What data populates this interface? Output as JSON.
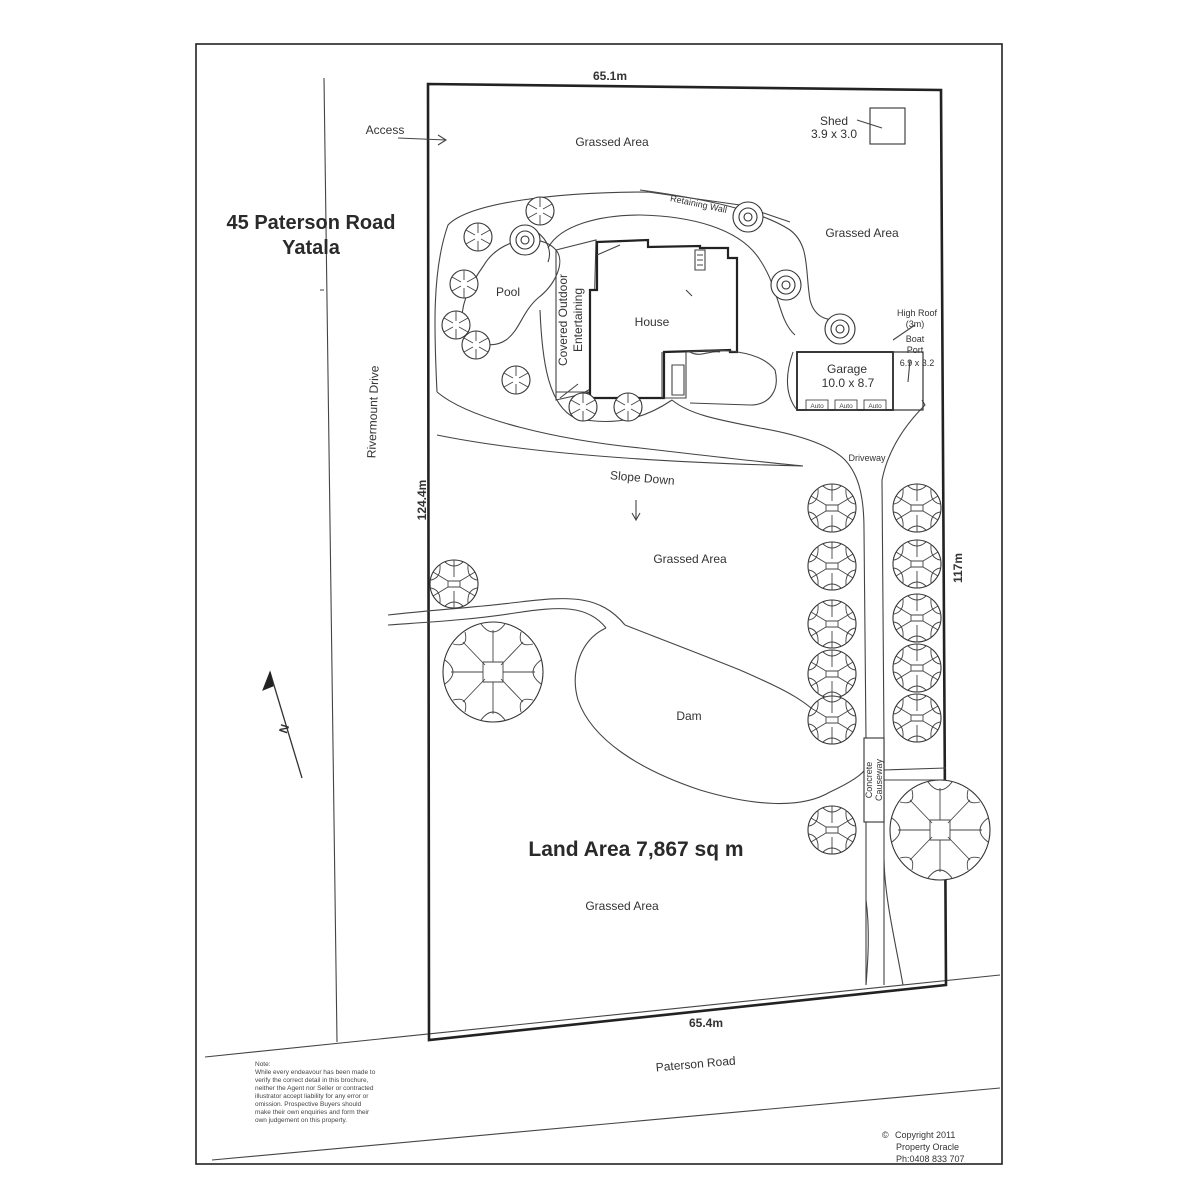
{
  "plan": {
    "address_line1": "45 Paterson Road",
    "address_line2": "Yatala",
    "land_area": "Land Area 7,867 sq m",
    "dimensions": {
      "top": "65.1m",
      "bottom": "65.4m",
      "left": "124.4m",
      "right": "117m"
    },
    "labels": {
      "access": "Access",
      "grassed_top": "Grassed Area",
      "grassed_right": "Grassed Area",
      "grassed_middle": "Grassed Area",
      "grassed_bottom": "Grassed Area",
      "shed_title": "Shed",
      "shed_size": "3.9 x 3.0",
      "retaining_wall": "Retaining Wall",
      "pool": "Pool",
      "covered_line1": "Covered Outdoor",
      "covered_line2": "Entertaining",
      "house": "House",
      "high_roof_line1": "High Roof",
      "high_roof_line2": "(3m)",
      "boat_line1": "Boat",
      "boat_line2": "Port",
      "boat_size": "6.9 x 3.2",
      "garage_title": "Garage",
      "garage_size": "10.0 x 8.7",
      "garage_door1": "Auto",
      "garage_door2": "Auto",
      "garage_door3": "Auto",
      "driveway": "Driveway",
      "slope": "Slope Down",
      "dam": "Dam",
      "causeway_line1": "Concrete",
      "causeway_line2": "Causeway",
      "rivermount": "Rivermount Drive",
      "paterson": "Paterson Road",
      "north": "N"
    },
    "note": {
      "title": "Note:",
      "lines": [
        "While every endeavour has been made to",
        "verify the correct detail in this brochure,",
        "neither the Agent nor Seller or contracted",
        "illustrator accept liability for any error or",
        "omission. Prospective Buyers should",
        "make their own enquiries and form their",
        "own judgement on this property."
      ]
    },
    "copyright": {
      "symbol": "©",
      "line1": "Copyright 2011",
      "line2": "Property Oracle",
      "line3": "Ph:0408 833 707"
    }
  }
}
